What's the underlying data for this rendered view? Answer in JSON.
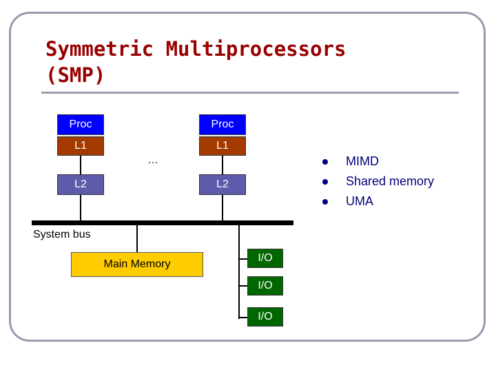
{
  "slide": {
    "title": "Symmetric Multiprocessors\n(SMP)"
  },
  "diagram": {
    "processors": [
      {
        "proc": "Proc",
        "l1": "L1",
        "l2": "L2"
      },
      {
        "proc": "Proc",
        "l1": "L1",
        "l2": "L2"
      }
    ],
    "ellipsis": "…",
    "bus_label": "System bus",
    "memory": "Main Memory",
    "io": [
      "I/O",
      "I/O",
      "I/O"
    ]
  },
  "bullets": [
    "MIMD",
    "Shared memory",
    "UMA"
  ],
  "colors": {
    "title": "#990000",
    "proc": "#0000ff",
    "l1": "#a33a00",
    "l2": "#5c5caa",
    "memory": "#ffcc00",
    "io": "#006600",
    "bullet_text": "#00007a"
  }
}
